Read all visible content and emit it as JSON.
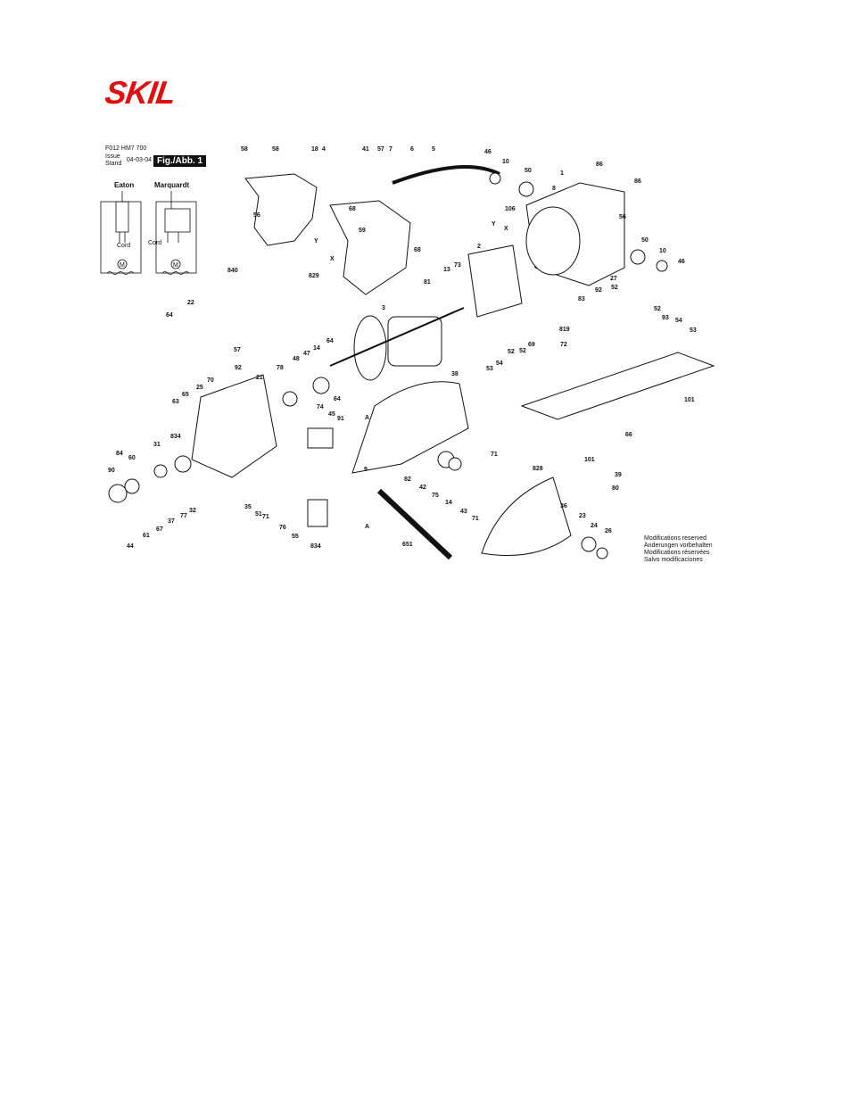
{
  "brand": {
    "logo_text": "SKIL",
    "logo_color": "#e01010"
  },
  "header": {
    "model": "F012 HM7 700",
    "issue_label_1": "Issue",
    "issue_label_2": "Stand",
    "issue_date": "04-03-04",
    "figure_label": "Fig./Abb. 1"
  },
  "wiring": {
    "eaton_title": "Eaton",
    "marquardt_title": "Marquardt",
    "cord_label": "Cord",
    "motor_symbol": "M"
  },
  "callouts": [
    "58",
    "58",
    "18",
    "4",
    "41",
    "57",
    "7",
    "6",
    "5",
    "46",
    "10",
    "50",
    "1",
    "86",
    "8",
    "86",
    "106",
    "56",
    "56",
    "829",
    "68",
    "59",
    "68",
    "Y",
    "X",
    "2",
    "Y",
    "X",
    "50",
    "10",
    "46",
    "81",
    "13",
    "73",
    "27",
    "52",
    "52",
    "92",
    "83",
    "840",
    "22",
    "64",
    "57",
    "3",
    "64",
    "48",
    "47",
    "14",
    "78",
    "64",
    "38",
    "819",
    "69",
    "72",
    "52",
    "53",
    "54",
    "93",
    "52",
    "54",
    "53",
    "101",
    "66",
    "101",
    "92",
    "21",
    "70",
    "25",
    "65",
    "63",
    "74",
    "45",
    "91",
    "A",
    "9",
    "82",
    "42",
    "75",
    "14",
    "43",
    "71",
    "71",
    "828",
    "39",
    "80",
    "36",
    "23",
    "24",
    "26",
    "834",
    "31",
    "84",
    "60",
    "90",
    "44",
    "61",
    "67",
    "37",
    "77",
    "32",
    "35",
    "51",
    "71",
    "76",
    "55",
    "834",
    "A",
    "651"
  ],
  "notice": [
    "Modifications reserved",
    "Änderungen vorbehalten",
    "Modifications réservées",
    "Salvo modificaciones"
  ]
}
